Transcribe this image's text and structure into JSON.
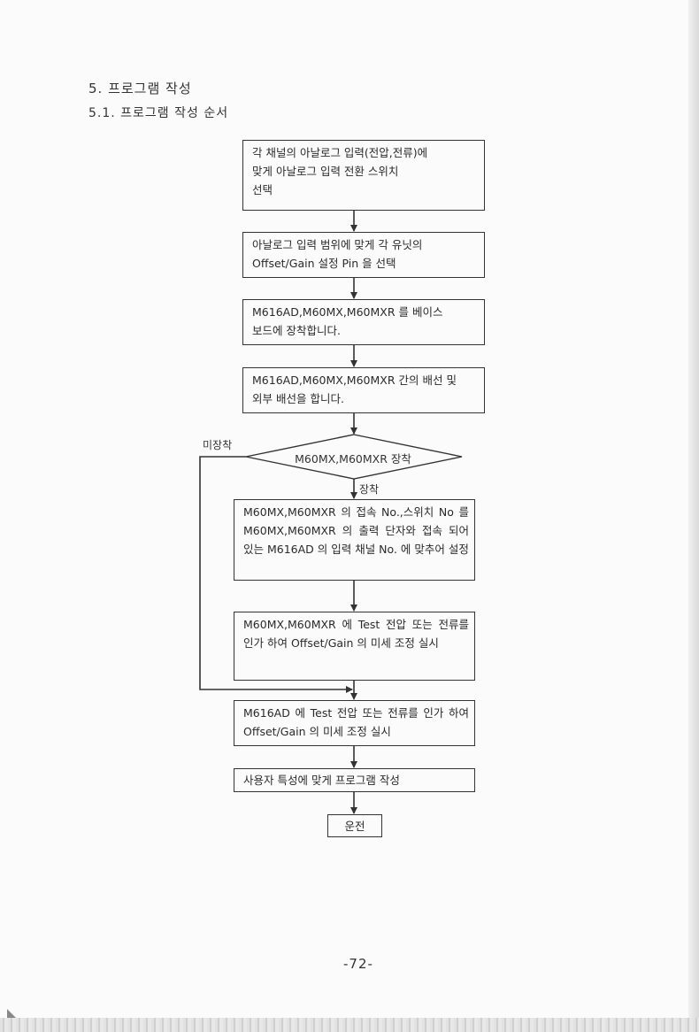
{
  "section": {
    "heading": "5. 프로그램 작성",
    "subheading": "5.1. 프로그램 작성 순서"
  },
  "flowchart": {
    "steps": [
      "각 채널의 아날로그 입력(전압,전류)에\n맞게 아날로그 입력 전환 스위치\n선택",
      "아날로그 입력 범위에 맞게 각 유닛의\nOffset/Gain 설정 Pin 을 선택",
      "M616AD,M60MX,M60MXR 를 베이스\n보드에 장착합니다.",
      "M616AD,M60MX,M60MXR 간의 배선 및\n외부 배선을 합니다."
    ],
    "decision": {
      "text": "M60MX,M60MXR 장착",
      "yes_label": "장착",
      "no_label": "미장착"
    },
    "branch_steps": [
      "M60MX,M60MXR 의 접속 No.,스위치 No 를 M60MX,M60MXR 의 출력 단자와 접속 되어 있는 M616AD 의 입력 채널 No. 에 맞추어 설정",
      "M60MX,M60MXR 에 Test 전압 또는 전류를 인가 하여 Offset/Gain 의 미세 조정 실시"
    ],
    "final_steps": [
      "M616AD 에 Test 전압 또는 전류를 인가 하여 Offset/Gain 의 미세 조정 실시",
      "사용자 특성에 맞게 프로그램 작성",
      "운전"
    ]
  },
  "page_number": "-72-"
}
